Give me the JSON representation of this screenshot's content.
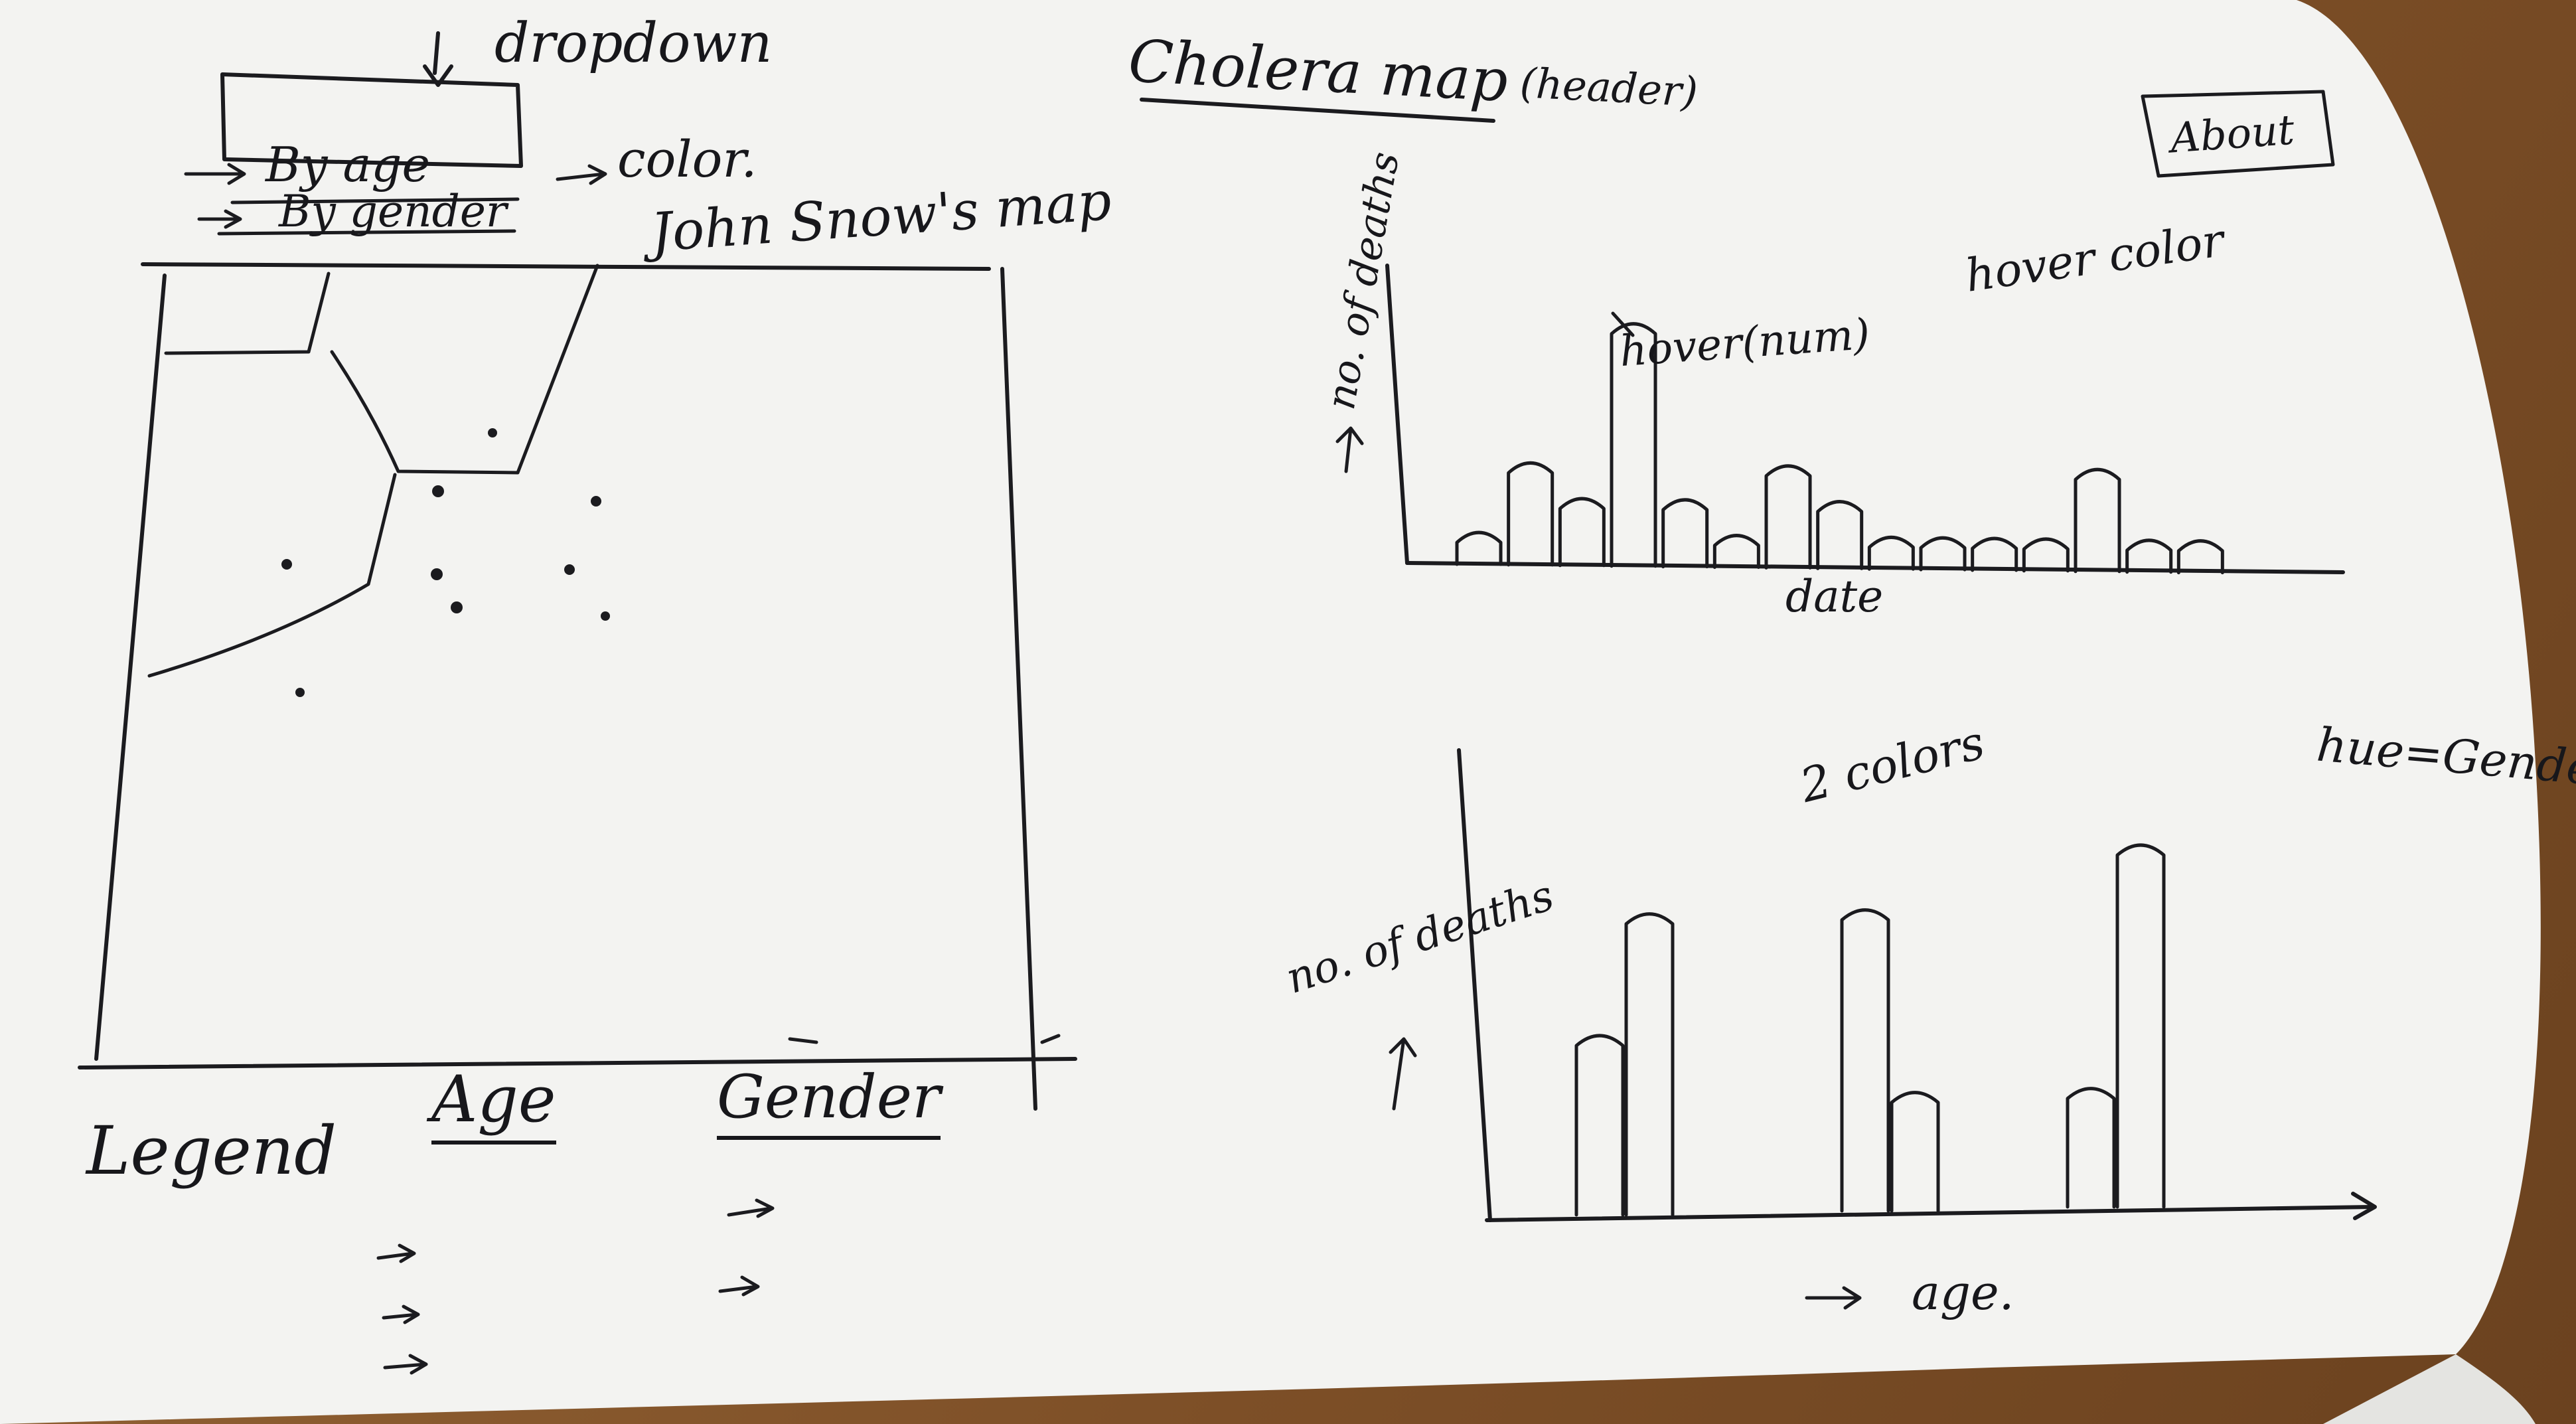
{
  "header": {
    "title": "Cholera map",
    "title_note": "(header)",
    "about_button": "About"
  },
  "controls": {
    "dropdown_note": "dropdown",
    "options": [
      "By age",
      "By gender"
    ],
    "options_note": "color.",
    "map_label": "John Snow's map"
  },
  "legend": {
    "label": "Legend",
    "age_heading": "Age",
    "gender_heading": "Gender"
  },
  "timeline_chart": {
    "ylabel": "no. of deaths",
    "xlabel": "date",
    "hover_note": "hover(num)",
    "hover_color_note": "hover color"
  },
  "age_chart": {
    "ylabel": "no. of deaths",
    "xlabel": "age.",
    "colors_note": "2 colors",
    "hue_note": "hue=Gender"
  },
  "chart_data": [
    {
      "type": "bar",
      "xlabel": "date",
      "ylabel": "no. of deaths",
      "values": [
        1,
        3,
        2,
        7,
        2,
        1,
        3,
        2,
        1,
        1,
        1,
        1,
        3,
        1,
        1
      ]
    },
    {
      "type": "bar",
      "xlabel": "age.",
      "ylabel": "no. of deaths",
      "categories": [
        "",
        "",
        ""
      ],
      "series": [
        {
          "values": [
            3,
            5,
            2
          ]
        },
        {
          "values": [
            5,
            2,
            6
          ]
        }
      ]
    }
  ]
}
